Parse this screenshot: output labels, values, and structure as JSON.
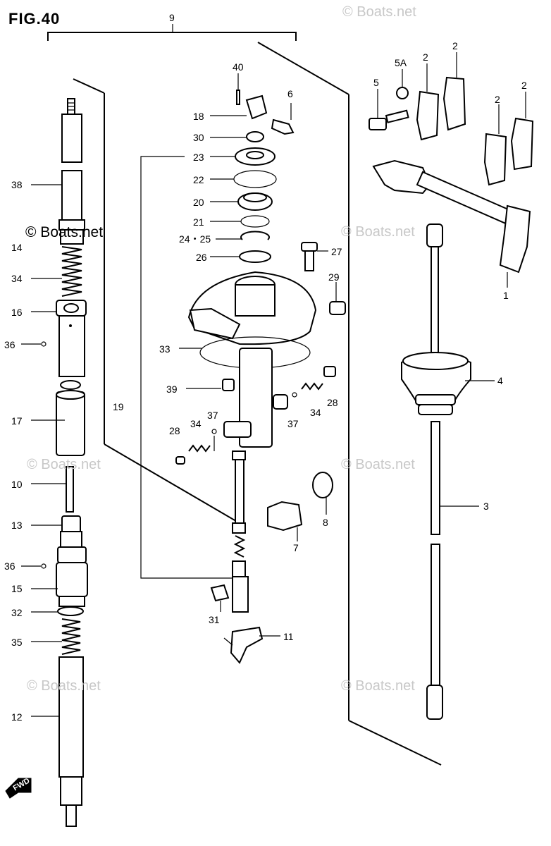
{
  "figure": {
    "title": "FIG.40"
  },
  "watermark": {
    "text": "© Boats.net"
  },
  "stamps": {
    "fwd": "FWD"
  },
  "labels": {
    "l9": "9",
    "l40": "40",
    "l6": "6",
    "l18": "18",
    "l30": "30",
    "l23": "23",
    "l22": "22",
    "l20": "20",
    "l21": "21",
    "l24_25": "24・25",
    "l26": "26",
    "l27": "27",
    "l29": "29",
    "l33": "33",
    "l39": "39",
    "l19": "19",
    "l37a": "37",
    "l34a": "34",
    "l28a": "28",
    "l37b": "37",
    "l34b": "34",
    "l28b": "28",
    "l8": "8",
    "l7": "7",
    "l31": "31",
    "l11": "11",
    "l38": "38",
    "l14": "14",
    "l34c": "34",
    "l16": "16",
    "l36a": "36",
    "l17": "17",
    "l10": "10",
    "l13": "13",
    "l36b": "36",
    "l15": "15",
    "l32": "32",
    "l35": "35",
    "l12": "12",
    "l5": "5",
    "l5a": "5A",
    "l2a": "2",
    "l2b": "2",
    "l2c": "2",
    "l2d": "2",
    "l1": "1",
    "l4": "4",
    "l3": "3"
  }
}
